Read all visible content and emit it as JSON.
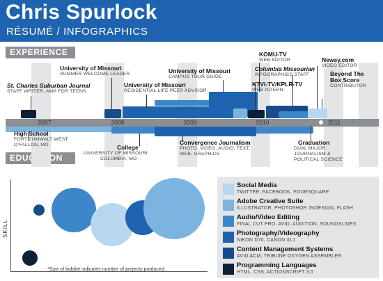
{
  "header": {
    "name": "Chris Spurlock",
    "subtitle": "RÉSUMÉ / INFOGRAPHICS"
  },
  "sections": {
    "experience": "EXPERIENCE",
    "education": "EDUCATION"
  },
  "timeline": {
    "years": [
      "2007",
      "2008",
      "2009",
      "2010",
      "2011"
    ]
  },
  "experience": [
    {
      "title": "St. Charles Suburban Journal",
      "role": "STAFF WRITER, AMP FOR TEENS"
    },
    {
      "title": "University of Missouri",
      "role": "SUMMER WELCOME LEADER"
    },
    {
      "title": "University of Missouri",
      "role": "RESIDENTIAL LIFE PEER ADVISOR"
    },
    {
      "title": "University of Missouri",
      "role": "CAMPUS TOUR GUIDE"
    },
    {
      "title": "KOMU-TV",
      "role": "WEB EDITOR"
    },
    {
      "title": "Columbia Missourian",
      "role": "INFOGRAPHICS STAFF"
    },
    {
      "title": "KTVI-TV/KPLR-TV",
      "role": "WEB INTERN"
    },
    {
      "title": "Newsy.com",
      "role": "VIDEO EDITOR"
    },
    {
      "title": "Beyond The",
      "title2": "Box Score",
      "role": "CONTRIBUTOR"
    }
  ],
  "education": [
    {
      "title": "High School",
      "lines": [
        "FORT ZUMWALT WEST",
        "O'FALLON, MO"
      ]
    },
    {
      "title": "College",
      "lines": [
        "UNIVERSITY OF MISSOURI",
        "COLUMBIA, MO"
      ]
    },
    {
      "title": "Convergence Journalism",
      "lines": [
        "PHOTO, VIDEO, AUDIO, TEXT,",
        "WEB, GRAPHICS"
      ]
    },
    {
      "title": "Graduation",
      "lines": [
        "DUAL MAJOR:",
        "JOURNALISM &",
        "POLITICAL SCIENCE"
      ]
    }
  ],
  "skills": {
    "axis_label": "SKILL",
    "footnote": "*Size of bubble indicates number of projects produced",
    "items": [
      {
        "name": "Social Media",
        "detail": "TWITTER, FACEBOOK, FOURSQUARE",
        "color": "#b8d7ee"
      },
      {
        "name": "Adobe Creative Suite",
        "detail": "ILLUSTRATOR, PHOTOSHOP, INDESIGN, FLASH",
        "color": "#7cb4e0"
      },
      {
        "name": "Audio/Video Editing",
        "detail": "FINAL CUT PRO, AVID, AUDITION, SOUNDSLIDES",
        "color": "#3d86c9"
      },
      {
        "name": "Photography/Videography",
        "detail": "NIKON D70, CANON XL1",
        "color": "#1f62ad"
      },
      {
        "name": "Content Management Systems",
        "detail": "AVID ACM, TRIBUNE OXYGEN ASSEMBLER",
        "color": "#174b8a"
      },
      {
        "name": "Programming Languages",
        "detail": "HTML, CSS, ACTIONSCRIPT 3.0",
        "color": "#0e1f36"
      }
    ]
  },
  "colors": {
    "brand": "#1e63b0",
    "gray": "#8b8f94",
    "dark": "#0e1f36"
  }
}
